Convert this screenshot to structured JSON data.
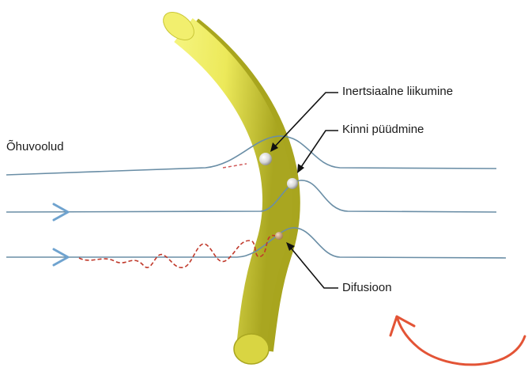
{
  "labels": {
    "airflow": "Õhuvoolud",
    "inertial": "Inertsiaalne liikumine",
    "interception": "Kinni püüdmine",
    "diffusion": "Difusioon"
  },
  "colors": {
    "fiber": "#ece95a",
    "fiber_dark": "#b6b325",
    "fiber_end": "#d9d542",
    "streamline": "#6a8ea6",
    "flow_arrow": "#6fa3cf",
    "particle_path": "#c0392b",
    "curved_arrow": "#e35436",
    "leader_line": "#111111"
  },
  "icons": {
    "flow_arrows": "chevron-right-icon",
    "curved_arrow": "curved-arrow-icon"
  }
}
